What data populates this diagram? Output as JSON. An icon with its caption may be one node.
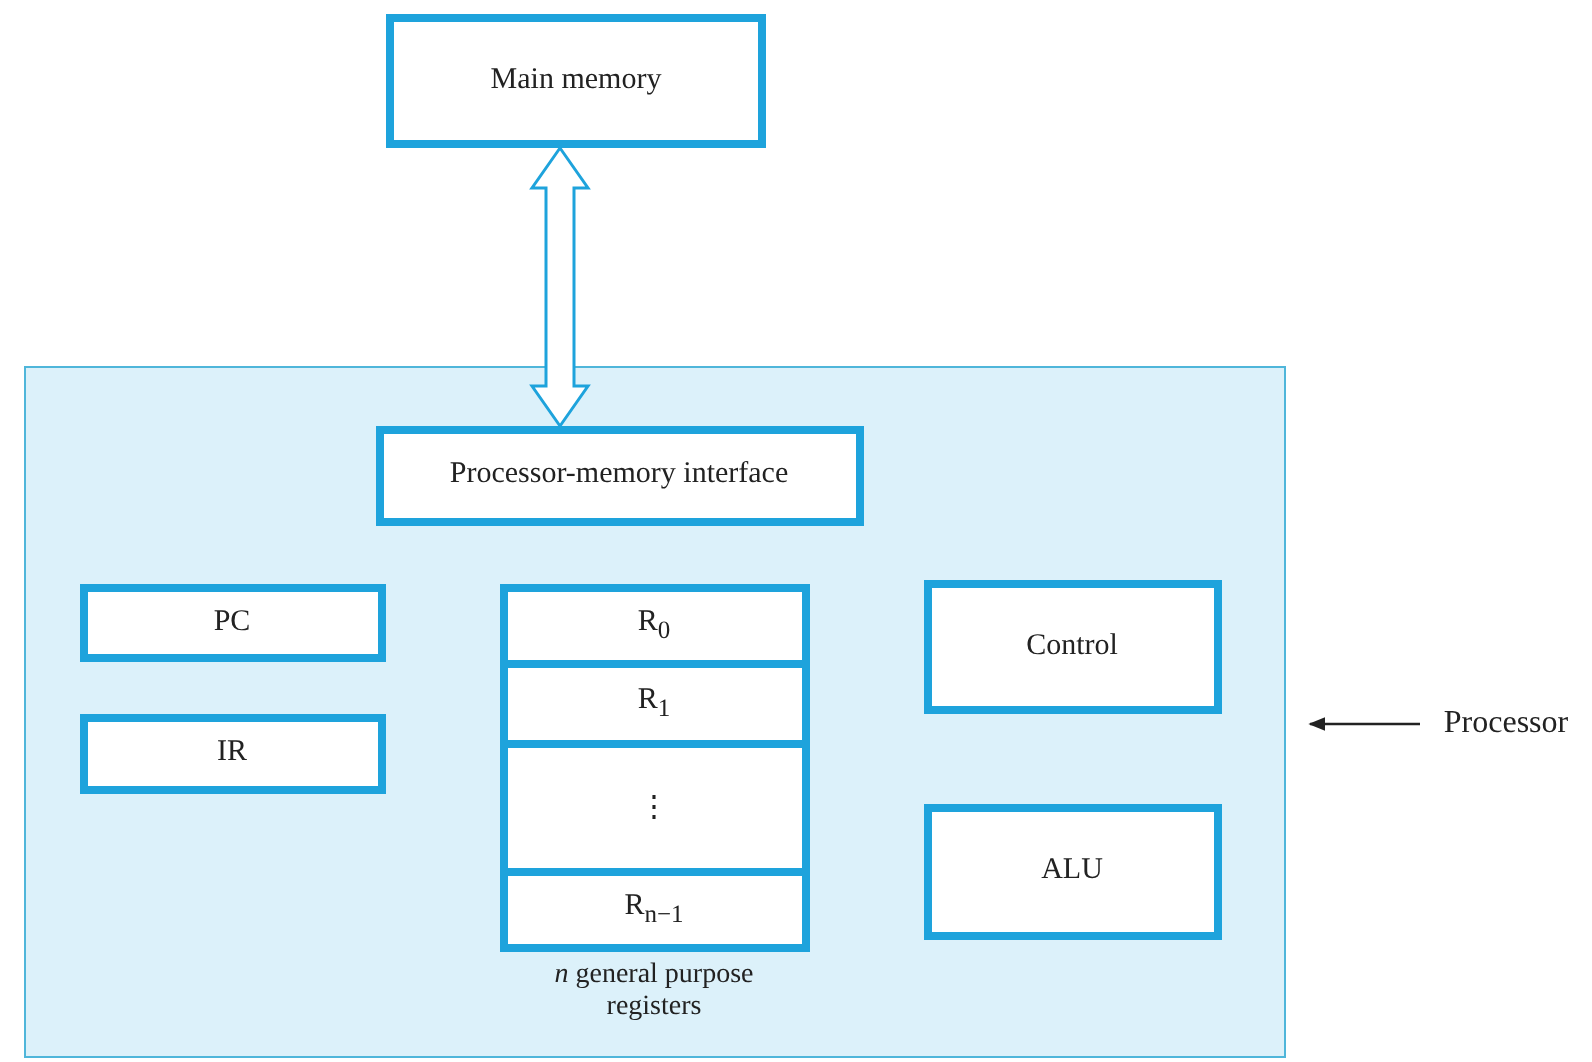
{
  "diagram": {
    "nodes": [
      {
        "text": [
          "Main memory"
        ]
      },
      {
        "text": [],
        "shape": "box"
      },
      {
        "text": [
          "Processor-memory interface"
        ],
        "in": 1
      },
      {
        "text": [
          "PC"
        ],
        "in": 1
      },
      {
        "text": [],
        "shape": "box",
        "in": 1,
        "beside": [
          "*n* general purpose registers"
        ]
      },
      {
        "text": [
          "R$_{0}$"
        ],
        "in": 4
      },
      {
        "text": [
          "R$_{1}$"
        ],
        "in": 4
      },
      {
        "text": [
          "⋮"
        ],
        "in": 4
      },
      {
        "text": [
          "R$_{n−1}$"
        ],
        "in": 4
      },
      {
        "text": [
          "Control"
        ],
        "in": 1
      },
      {
        "text": [
          "IR"
        ],
        "in": 1
      },
      {
        "text": [
          "ALU"
        ],
        "in": 1
      },
      {
        "text": [
          "Processor"
        ]
      }
    ],
    "edges": [
      {
        "from": 0,
        "to": 2,
        "arrow": "both"
      },
      {
        "from": 12,
        "to": 1,
        "arrow": "to"
      }
    ]
  }
}
